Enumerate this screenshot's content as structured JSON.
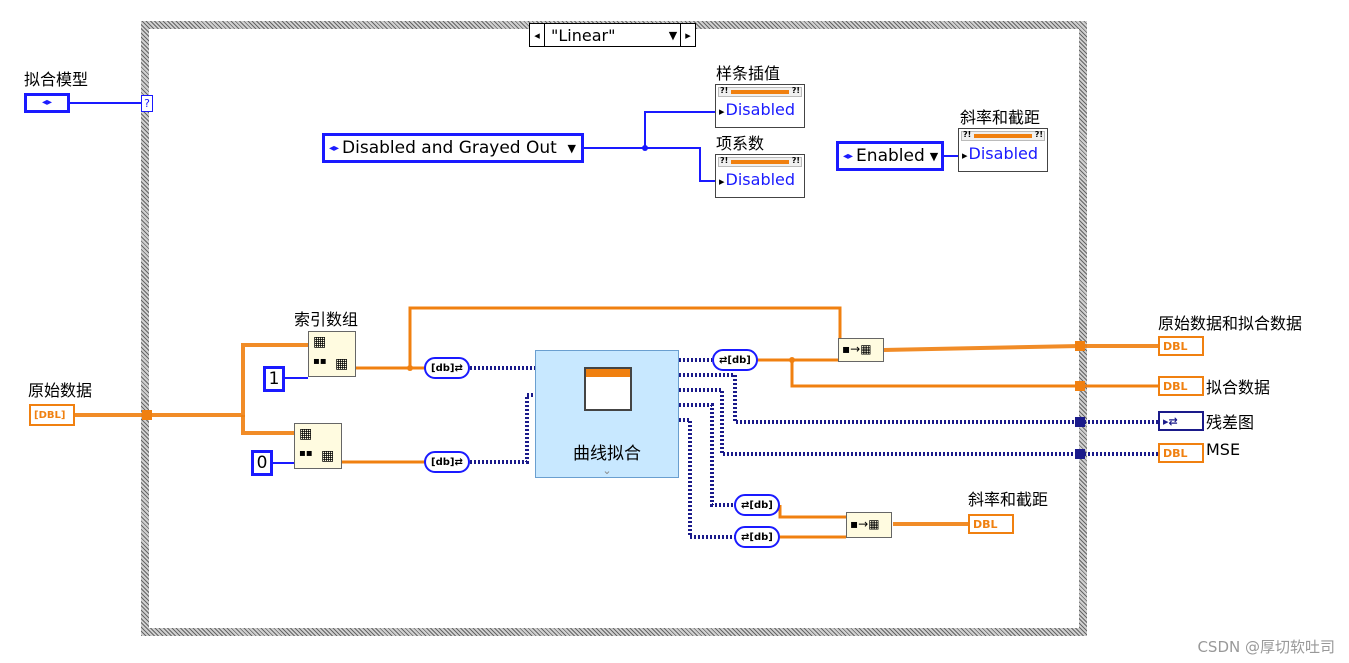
{
  "case_structure": {
    "selector_value": "\"Linear\"",
    "selector_left_arrow": "◂",
    "selector_right_arrow": "▸",
    "selector_dropdown": "▼",
    "case_terminal": "?"
  },
  "controls": {
    "fit_model": {
      "label": "拟合模型",
      "value": "◂▸"
    },
    "raw_data": {
      "label": "原始数据",
      "value": "[DBL]"
    }
  },
  "rings": {
    "disabled_ring": {
      "value": "Disabled and Grayed Out"
    },
    "enabled_ring": {
      "value": "Enabled"
    }
  },
  "property_nodes": [
    {
      "label": "样条插值",
      "value": "Disabled"
    },
    {
      "label": "项系数",
      "value": "Disabled"
    },
    {
      "label": "斜率和截距",
      "value": "Disabled"
    }
  ],
  "functions": {
    "index_array": {
      "label": "索引数组"
    },
    "curve_fit_vi": {
      "label": "曲线拟合"
    }
  },
  "constants": {
    "index_1": "1",
    "index_0": "0"
  },
  "indicators": [
    {
      "label": "原始数据和拟合数据",
      "type": "DBL"
    },
    {
      "label": "拟合数据",
      "type": "DBL"
    },
    {
      "label": "残差图",
      "type": ""
    },
    {
      "label": "MSE",
      "type": "DBL"
    },
    {
      "label": "斜率和截距",
      "type": "DBL"
    }
  ],
  "colors": {
    "orange_wire": "#f08010",
    "blue_wire": "#1a1aff",
    "dynamic_wire": "#1a1a8a"
  },
  "watermark": "CSDN @厚切软吐司"
}
